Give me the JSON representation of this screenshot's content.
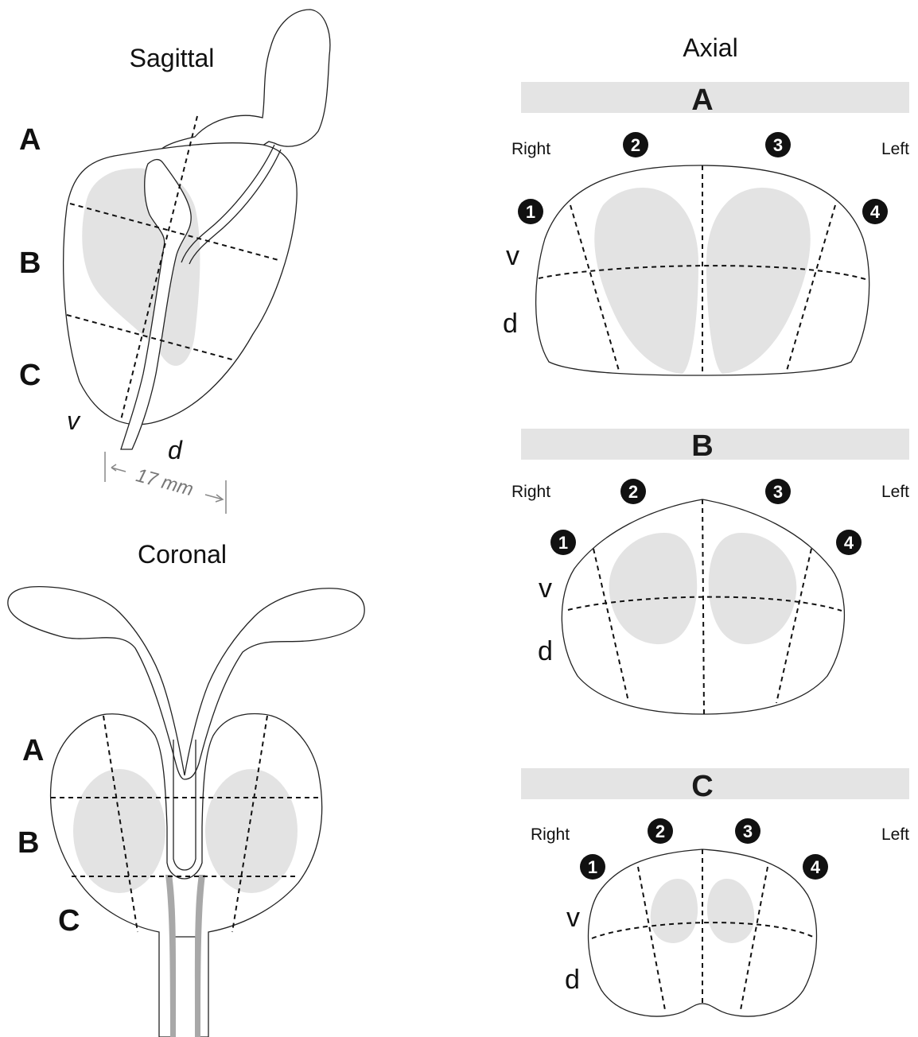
{
  "views": {
    "sagittal": {
      "title": "Sagittal",
      "levels": [
        "A",
        "B",
        "C"
      ],
      "ventral": "v",
      "dorsal": "d",
      "scale": "17 mm"
    },
    "coronal": {
      "title": "Coronal",
      "levels": [
        "A",
        "B",
        "C"
      ]
    },
    "axial": {
      "title": "Axial",
      "panels": [
        {
          "level": "A",
          "right": "Right",
          "left": "Left",
          "ventral": "v",
          "dorsal": "d",
          "sectors": [
            "1",
            "2",
            "3",
            "4"
          ]
        },
        {
          "level": "B",
          "right": "Right",
          "left": "Left",
          "ventral": "v",
          "dorsal": "d",
          "sectors": [
            "1",
            "2",
            "3",
            "4"
          ]
        },
        {
          "level": "C",
          "right": "Right",
          "left": "Left",
          "ventral": "v",
          "dorsal": "d",
          "sectors": [
            "1",
            "2",
            "3",
            "4"
          ]
        }
      ]
    }
  },
  "colors": {
    "zone_fill": "#e3e3e3",
    "outline": "#222222",
    "level_bar": "#e4e4e4",
    "ejaculatory_duct": "#a8a8a8"
  }
}
